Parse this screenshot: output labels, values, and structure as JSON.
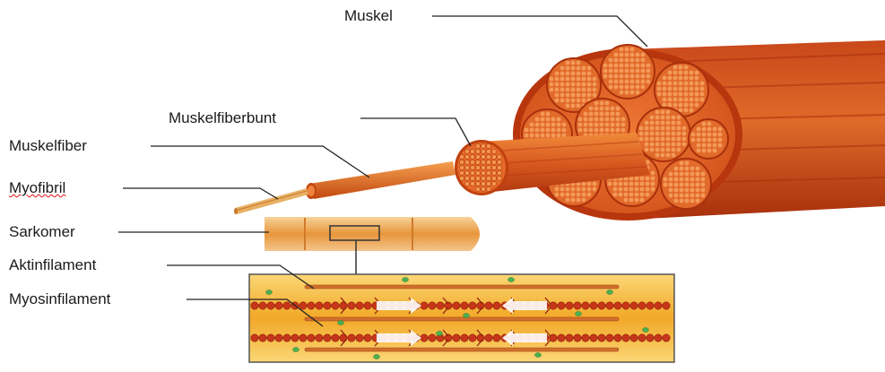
{
  "labels": {
    "muskel": "Muskel",
    "muskelfiberbunt": "Muskelfiberbunt",
    "muskelfiber": "Muskelfiber",
    "myofibril": "Myofibril",
    "sarkomer": "Sarkomer",
    "aktinfilament": "Aktinfilament",
    "myosinfilament": "Myosinfilament"
  },
  "colors": {
    "muscle_dark": "#b8300a",
    "muscle_mid": "#dd5a1c",
    "muscle_light": "#f08a3a",
    "fiber_cap": "#e8642a",
    "sarcomere_bg": "#f4b822",
    "myosin": "#c0341a",
    "actin": "#d06a2c",
    "dots": "#4caf50",
    "spellcheck": "#d11111"
  },
  "icons": [
    "muscle-illustration",
    "sarcomere-diagram"
  ]
}
